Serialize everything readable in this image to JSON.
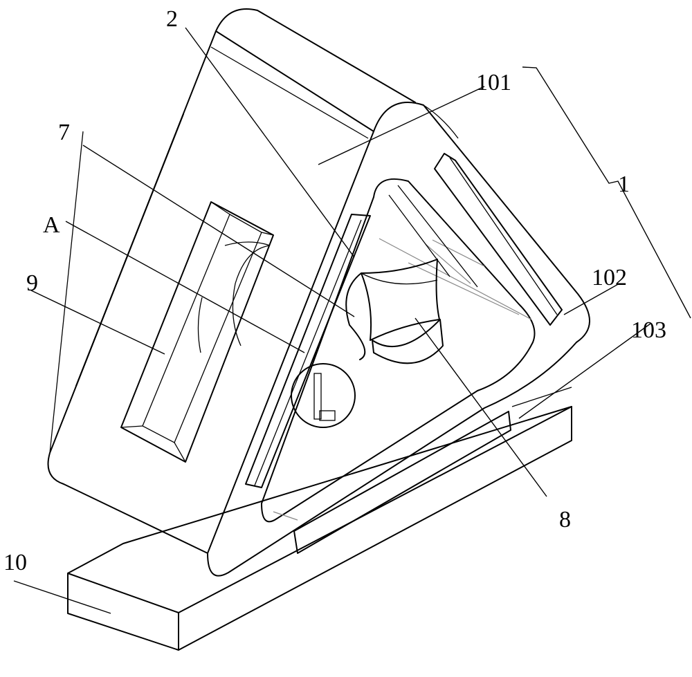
{
  "labels": {
    "l2": "2",
    "l101": "101",
    "l1": "1",
    "l7": "7",
    "lA": "A",
    "l9": "9",
    "l102": "102",
    "l103": "103",
    "l8": "8",
    "l10": "10"
  }
}
